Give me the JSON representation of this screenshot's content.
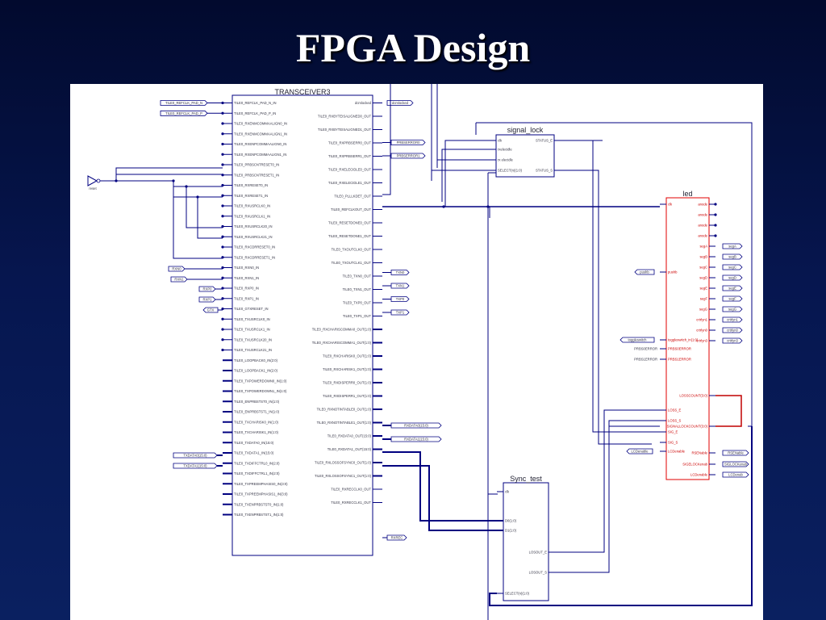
{
  "slide": {
    "title": "FPGA Design"
  },
  "diagram": {
    "colors": {
      "wire": "#000080",
      "block": "#000080",
      "led_block": "#e00000",
      "background": "#ffffff"
    },
    "transceiver": {
      "title": "TRANSCEIVER3",
      "left_pins": [
        "TILE0_REFCLK_PAD_N_IN",
        "TILE0_REFCLK_PAD_P_IN",
        "TILE0_RXENMCOMMAALIGN0_IN",
        "TILE0_RXENMCOMMAALIGN1_IN",
        "TILE0_RXENPCOMMAALIGN0_IN",
        "TILE0_RXENPCOMMAALIGN1_IN",
        "TILE0_PRBSCNTRESET0_IN",
        "TILE0_PRBSCNTRESET1_IN",
        "TILE0_RXRESET0_IN",
        "TILE0_RXRESET1_IN",
        "TILE0_RXUSRCLK0_IN",
        "TILE0_RXUSRCLK1_IN",
        "TILE0_RXUSRCLK20_IN",
        "TILE0_RXUSRCLK21_IN",
        "TILE0_RXCDRRESET0_IN",
        "TILE0_RXCDRRESET1_IN",
        "TILE0_RXN0_IN",
        "TILE0_RXN1_IN",
        "TILE0_RXP0_IN",
        "TILE0_RXP1_IN",
        "TILE0_GTXRESET_IN",
        "TILE0_TXUSRCLK0_IN",
        "TILE0_TXUSRCLK1_IN",
        "TILE0_TXUSRCLK20_IN",
        "TILE0_TXUSRCLK21_IN",
        "TILE0_LOOPBACK0_IN(2:0)",
        "TILE0_LOOPBACK1_IN(2:0)",
        "TILE0_TXPOWERDOWN0_IN(1:0)",
        "TILE0_TXPOWERDOWN1_IN(1:0)",
        "TILE0_ENPRBSTST0_IN(1:0)",
        "TILE0_ENPRBSTST1_IN(1:0)",
        "TILE0_TXCHARISK0_IN(1:0)",
        "TILE0_TXCHARISK1_IN(1:0)",
        "TILE0_TXDATA0_IN(15:0)",
        "TILE0_TXDATA1_IN(15:0)",
        "TILE0_TXDIFFCTRL0_IN(2:0)",
        "TILE0_TXDIFFCTRL1_IN(2:0)",
        "TILE0_TXPREEMPHASIS0_IN(3:0)",
        "TILE0_TXPREEMPHASIS1_IN(3:0)",
        "TILE0_TXENPRBSTST0_IN(1:0)",
        "TILE0_TXENPRBSTST1_IN(1:0)"
      ],
      "right_pins": [
        "dcmlocked",
        "TILE0_RXBYTEISALIGNED0_OUT",
        "TILE0_RXBYTEISALIGNED1_OUT",
        "TILE0_RXPRBSERR0_OUT",
        "TILE0_RXPRBSERR1_OUT",
        "TILE0_RXELECIDLE0_OUT",
        "TILE0_RXELECIDLE1_OUT",
        "TILE0_PLLLKDET_OUT",
        "TILE0_REFCLKOUT_OUT",
        "TILE0_RESETDONE0_OUT",
        "TILE0_RESETDONE1_OUT",
        "TILE0_TXOUTCLK0_OUT",
        "TILE0_TXOUTCLK1_OUT",
        "TILE0_TXN0_OUT",
        "TILE0_TXN1_OUT",
        "TILE0_TXP0_OUT",
        "TILE0_TXP1_OUT",
        "TILE0_RXCHARISCOMMA0_OUT(1:0)",
        "TILE0_RXCHARISCOMMA1_OUT(1:0)",
        "TILE0_RXCHARISK0_OUT(1:0)",
        "TILE0_RXCHARISK1_OUT(1:0)",
        "TILE0_RXDISPERR0_OUT(1:0)",
        "TILE0_RXDISPERR1_OUT(1:0)",
        "TILE0_RXNOTINTABLE0_OUT(1:0)",
        "TILE0_RXNOTINTABLE1_OUT(1:0)",
        "TILE0_RXDATA0_OUT(15:0)",
        "TILE0_RXDATA1_OUT(15:0)",
        "TILE0_RXLOSSOFSYNC0_OUT(1:0)",
        "TILE0_RXLOSSOFSYNC1_OUT(1:0)",
        "TILE0_RXRECCLK0_OUT",
        "TILE0_RXRECCLK1_OUT"
      ],
      "left_ports": [
        "TILE0_REFCLK_PAD_N",
        "TILE0_REFCLK_PAD_P",
        "RXN0",
        "RXN1",
        "RXP0",
        "RXP1",
        "GTX",
        "TXDATA0(15:0)",
        "TXDATA1(15:0)"
      ],
      "right_ports": [
        "dcmlocked",
        "PRBSERROR0",
        "PRBSERROR1",
        "TXN0",
        "TXN1",
        "TXP0",
        "TXP1",
        "RXDATA0(15:0)",
        "RXDATA1(15:0)",
        "RXREC"
      ]
    },
    "signal_lock": {
      "title": "signal_lock",
      "left_pins": [
        "clk",
        "rxelecidle",
        "rx elecidle",
        "SELECT(n)(1:0)"
      ],
      "right_pins": [
        "STATUS_E",
        "STATUS_S"
      ]
    },
    "led": {
      "title": "led",
      "left_pins": [
        "clk",
        "pushb",
        "toggleswitch_in(1:0)",
        "PRBS0ERROR",
        "PRBS1ERROR",
        "LOSS_E",
        "LOSS_S",
        "SIG_E",
        "SIG_S",
        "LCDenable"
      ],
      "right_pins": [
        "anode",
        "anode",
        "anode",
        "anode",
        "segA",
        "segB",
        "segC",
        "segD",
        "segE",
        "segF",
        "segG",
        "crtrlyn1",
        "crtrlyn0",
        "crtrlyn3",
        "LOSSCOUNT(3:0)",
        "SIGNALLOCKCOUNT(3:0)",
        "RSENable",
        "SIGELOCKenab",
        "LCDenable"
      ],
      "left_ports": [
        "pushb",
        "toggleswitch",
        "PRBS0ERROR",
        "PRBS1ERROR",
        "LCDenable"
      ],
      "right_ports": [
        "segA",
        "segB",
        "segC",
        "segD",
        "segE",
        "segF",
        "segG",
        "crtrlyn1",
        "crtrlyn0",
        "crtrlyn3",
        "RSENable",
        "SIGLOCKenab",
        "LCDenab"
      ]
    },
    "sync_test": {
      "title": "Sync_test",
      "left_pins": [
        "clk",
        "D0(1:0)",
        "D1(1:0)",
        "SELECT(n)(1:0)"
      ],
      "right_pins": [
        "LOSOUT_E",
        "LOSOUT_S"
      ]
    },
    "misc_labels": {
      "inverter_net": "reset"
    }
  }
}
